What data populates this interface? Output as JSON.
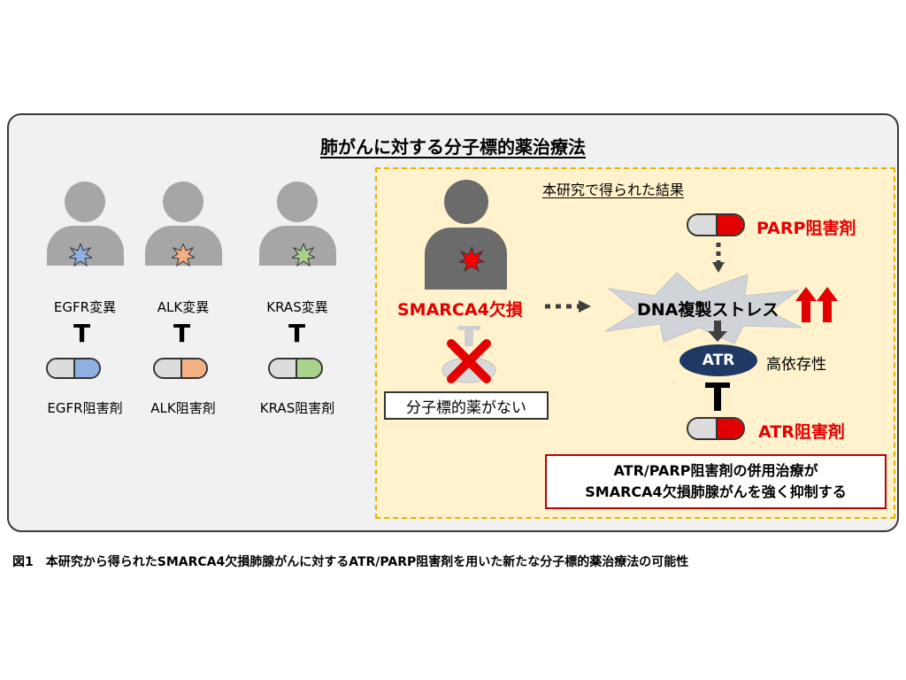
{
  "title": "肺がんに対する分子標的薬治療法",
  "result_heading": "本研究で得られた結果",
  "left_groups": [
    {
      "mutation": "EGFR変異",
      "inhibitor": "EGFR阻害剤",
      "color": "#8fb0e0"
    },
    {
      "mutation": "ALK変異",
      "inhibitor": "ALK阻害剤",
      "color": "#f4b183"
    },
    {
      "mutation": "KRAS変異",
      "inhibitor": "KRAS阻害剤",
      "color": "#a9d18e"
    }
  ],
  "inhibition_symbol": "T",
  "smarca4_label": "SMARCA4欠損",
  "no_drug_label": "分子標的薬がない",
  "parp_label": "PARP阻害剤",
  "dna_label": "DNA複製ストレス",
  "atr_node": "ATR",
  "high_dependency": "高依存性",
  "atr_inhibitor_label": "ATR阻害剤",
  "conclusion_line1": "ATR/PARP阻害剤の併用治療が",
  "conclusion_line2": "SMARCA4欠損肺腺がんを強く抑制する",
  "caption": "図1　本研究から得られたSMARCA4欠損肺腺がんに対するATR/PARP阻害剤を用いた新たな分子標的薬治療法の可能性",
  "colors": {
    "drug_red": "#e30000",
    "atr_node": "#1f3864",
    "person_gray": "#a6a6a6",
    "person_dark": "#6b6b6b",
    "highlight_box": "#fff2cc"
  }
}
